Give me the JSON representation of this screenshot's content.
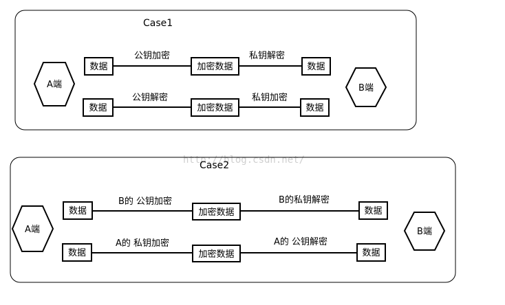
{
  "watermark": "http://blog.csdn.net/",
  "case1": {
    "title": "Case1",
    "left_node": "A端",
    "right_node": "B端",
    "row1": {
      "left": "数据",
      "mid": "加密数据",
      "right": "数据",
      "edge_left": "公钥加密",
      "edge_right": "私钥解密"
    },
    "row2": {
      "left": "数据",
      "mid": "加密数据",
      "right": "数据",
      "edge_left": "公钥解密",
      "edge_right": "私钥加密"
    }
  },
  "case2": {
    "title": "Case2",
    "left_node": "A端",
    "right_node": "B端",
    "row1": {
      "left": "数据",
      "mid": "加密数据",
      "right": "数据",
      "edge_left": "B的 公钥加密",
      "edge_right": "B的私钥解密"
    },
    "row2": {
      "left": "数据",
      "mid": "加密数据",
      "right": "数据",
      "edge_left": "A的 私钥加密",
      "edge_right": "A的 公钥解密"
    }
  }
}
